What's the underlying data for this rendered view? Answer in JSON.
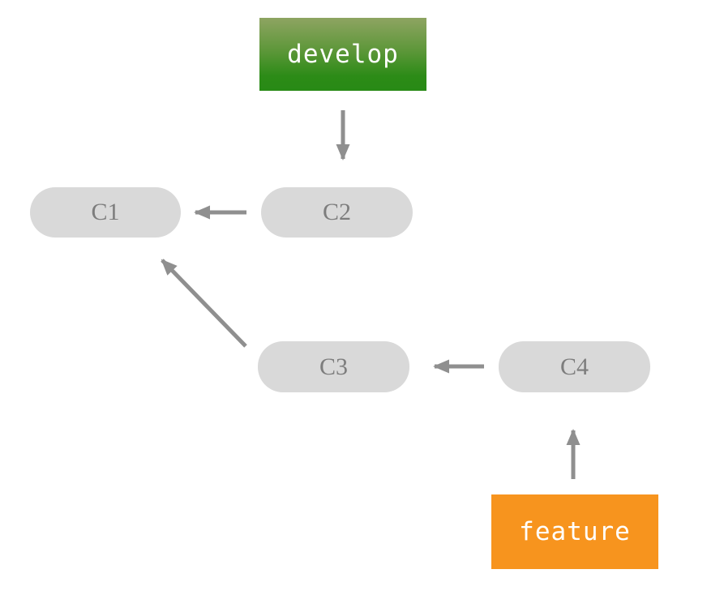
{
  "diagram": {
    "type": "git-branch-diagram",
    "background": "#ffffff",
    "arrow_color": "#8f8f8f",
    "commit_style": {
      "fill": "#d9d9d9",
      "text_color": "#7d7d7d"
    },
    "branch_labels": [
      {
        "id": "develop",
        "label": "develop",
        "gradient_top": "#8ea462",
        "gradient_bottom": "#288a15",
        "text_color": "#ffffff",
        "points_to": "C2"
      },
      {
        "id": "feature",
        "label": "feature",
        "fill": "#f7941e",
        "text_color": "#ffffff",
        "points_to": "C4"
      }
    ],
    "commits": [
      {
        "id": "C1",
        "label": "C1",
        "parents": []
      },
      {
        "id": "C2",
        "label": "C2",
        "parents": [
          "C1"
        ]
      },
      {
        "id": "C3",
        "label": "C3",
        "parents": [
          "C1"
        ]
      },
      {
        "id": "C4",
        "label": "C4",
        "parents": [
          "C3"
        ]
      }
    ],
    "edges": [
      {
        "from": "develop",
        "to": "C2"
      },
      {
        "from": "C2",
        "to": "C1"
      },
      {
        "from": "C3",
        "to": "C1"
      },
      {
        "from": "C4",
        "to": "C3"
      },
      {
        "from": "feature",
        "to": "C4"
      }
    ]
  }
}
